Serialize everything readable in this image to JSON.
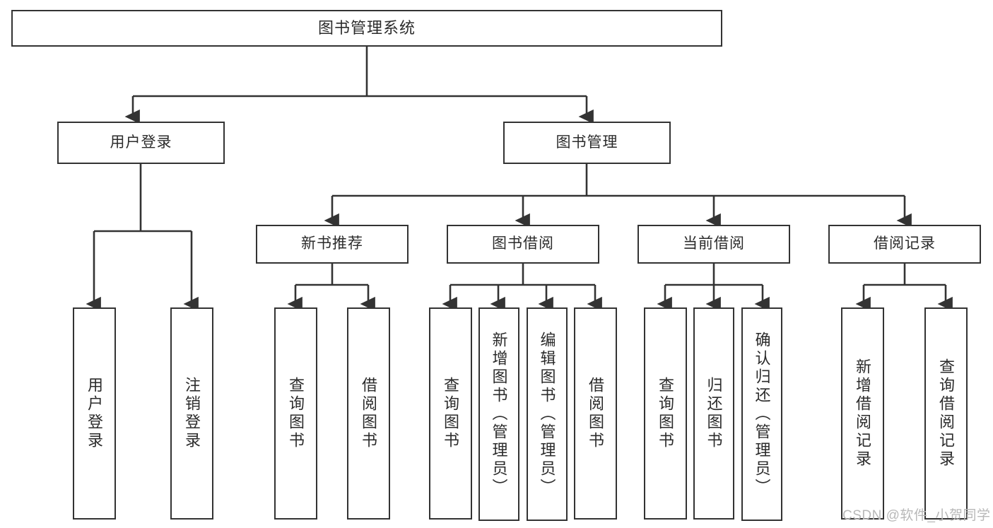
{
  "diagram": {
    "title": "图书管理系统",
    "watermark": "CSDN @软件_小贺同学",
    "line_color": "#333333",
    "text_color": "#2b2b2b",
    "background": "#ffffff",
    "nodes": {
      "root": "图书管理系统",
      "level2": {
        "user_login": "用户登录",
        "book_manage": "图书管理"
      },
      "level3": {
        "new_book_recommend": "新书推荐",
        "book_borrow": "图书借阅",
        "current_borrow": "当前借阅",
        "borrow_record": "借阅记录"
      },
      "leaves": {
        "user_login_1": "用户登录",
        "user_login_2": "注销登录",
        "recommend_1": "查询图书",
        "recommend_2": "借阅图书",
        "borrow_1": "查询图书",
        "borrow_2": "新增图书（管理员）",
        "borrow_3": "编辑图书（管理员）",
        "borrow_4": "借阅图书",
        "current_1": "查询图书",
        "current_2": "归还图书",
        "current_3": "确认归还（管理员）",
        "record_1": "新增借阅记录",
        "record_2": "查询借阅记录"
      }
    }
  }
}
